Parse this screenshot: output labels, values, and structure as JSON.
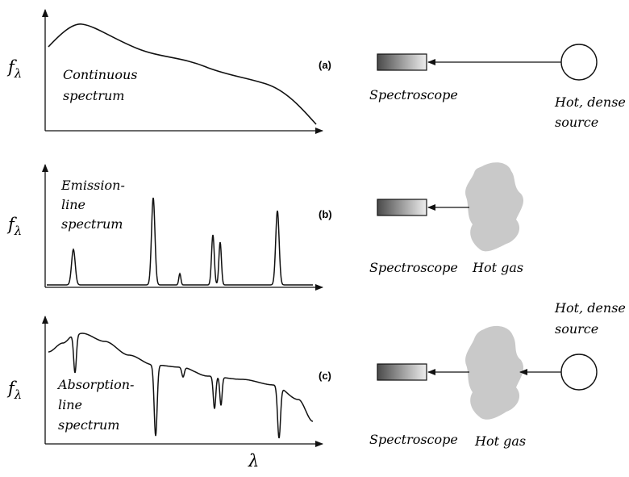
{
  "panels": [
    {
      "letter": "(a)",
      "y_axis_symbol": "f",
      "y_axis_subscript": "λ",
      "spectrum_label": [
        "Continuous",
        "spectrum"
      ],
      "spectroscope_label": "Spectroscope",
      "source_label": [
        "Hot, dense",
        "source"
      ],
      "gas_label": ""
    },
    {
      "letter": "(b)",
      "y_axis_symbol": "f",
      "y_axis_subscript": "λ",
      "spectrum_label": [
        "Emission-",
        "line",
        "spectrum"
      ],
      "spectroscope_label": "Spectroscope",
      "source_label": [],
      "gas_label": "Hot gas"
    },
    {
      "letter": "(c)",
      "y_axis_symbol": "f",
      "y_axis_subscript": "λ",
      "spectrum_label": [
        "Absorption-",
        "line",
        "spectrum"
      ],
      "spectroscope_label": "Spectroscope",
      "source_label": [
        "Hot, dense",
        "source"
      ],
      "gas_label": "Hot gas"
    }
  ],
  "x_axis_symbol": "λ",
  "colors": {
    "line": "#111111",
    "gas_cloud": "#c9c9c9",
    "spectroscope_dark": "#4a4a4a",
    "spectroscope_light": "#eeeeee"
  }
}
